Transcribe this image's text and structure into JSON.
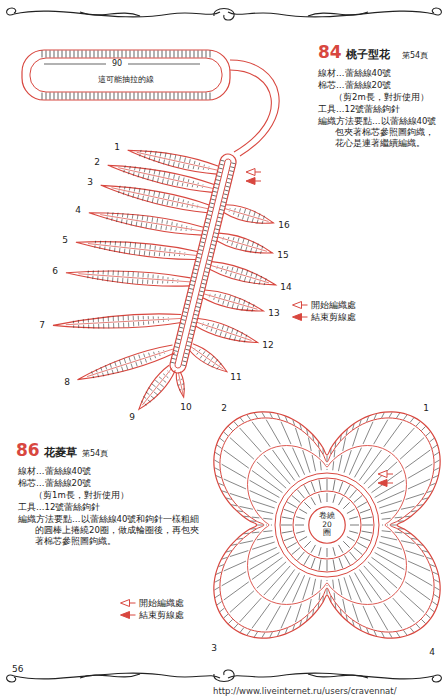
{
  "diagram": {
    "nodes": [
      {
        "text": [
          "卷繞 20圈"
        ]
      }
    ],
    "labels": [
      "90",
      "這可能抽拉的線",
      "1",
      "2",
      "3",
      "4",
      "5",
      "6",
      "7",
      "8",
      "9",
      "10",
      "11",
      "12",
      "13",
      "14",
      "15",
      "16",
      "84",
      "桃子型花",
      "第54頁",
      "線材…蕾絲線40號",
      "棉芯…蕾絲線20號",
      "（剪2m長，對折使用）",
      "工具…12號蕾絲鉤針",
      "編織方法要點…以蕾絲線40號包夾著棉芯參照圖鉤織，花心是連著繼續編織。",
      "2",
      "1",
      "3",
      "4",
      "86",
      "花菱草",
      "第54頁",
      "線材…蕾絲線40號",
      "棉芯…蕾絲線20號",
      "（剪1m長，對折使用）",
      "工具…12號蕾絲鉤針",
      "編織方法要點…以蕾絲線40號和鉤針一樣粗細的圓棒上捲繞20圈，做成輪圈後，再包夾著棉芯參照圖鉤織。",
      "56",
      "http://www.liveinternet.ru/users/cravennat/"
    ],
    "legend": [
      {
        "text": "開始編織處"
      },
      {
        "text": "結束剪線處"
      },
      {
        "text": "開始編織處"
      },
      {
        "text": "結束剪線處"
      }
    ]
  }
}
